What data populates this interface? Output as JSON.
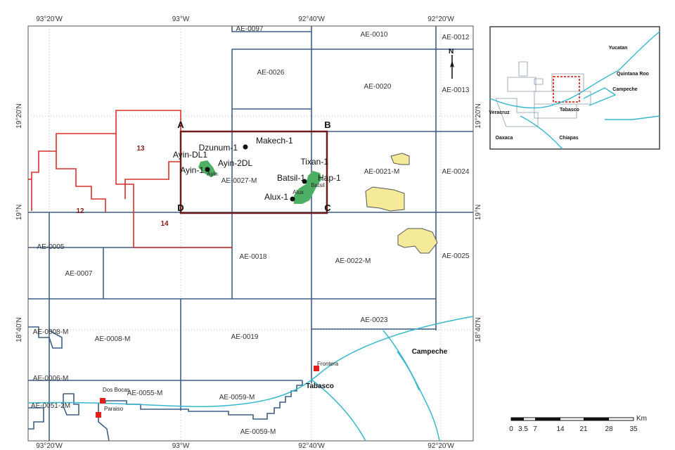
{
  "graticule": {
    "lon": [
      "93°20'W",
      "93°W",
      "92°40'W",
      "92°20'W"
    ],
    "lat": [
      "19°20'N",
      "19°N",
      "18°40'N"
    ]
  },
  "blocks": [
    "AE-0097",
    "AE-0010",
    "AE-0012",
    "AE-0026",
    "AE-0020",
    "AE-0013",
    "AE-0021-M",
    "AE-0024",
    "AE-0027-M",
    "AE-0005",
    "AE-0007",
    "AE-0018",
    "AE-0022-M",
    "AE-0025",
    "AE-0008-M",
    "AE-0008-M",
    "AE-0019",
    "AE-0023",
    "AE-0006-M",
    "AE-0055-M",
    "AE-0059-M",
    "AE-0051-2M",
    "AE-0059-M"
  ],
  "areas": [
    "13",
    "12",
    "14"
  ],
  "corners": [
    "A",
    "B",
    "C",
    "D"
  ],
  "wells": [
    "Makech-1",
    "Dzunum-1",
    "Ayin-DL1",
    "Ayin-2DL",
    "Ayin-1",
    "Tixan-1",
    "Batsil-1",
    "Hap-1",
    "Alux-1"
  ],
  "field_labels": [
    "Ayin",
    "Batsil",
    "Alux"
  ],
  "states": [
    "Campeche",
    "Tabasco"
  ],
  "towns": [
    "Frontera",
    "Dos Bocas",
    "Paraiso"
  ],
  "north_arrow": "N",
  "inset": {
    "labels": [
      "Yucatan",
      "Quintana Roo",
      "Campeche",
      "Veracruz",
      "Tabasco",
      "Oaxaca",
      "Chiapas"
    ]
  },
  "scale_bar": {
    "unit": "Km",
    "ticks": [
      "0",
      "3.5",
      "7",
      "14",
      "21",
      "28",
      "35"
    ]
  },
  "colors": {
    "block": "#3d5f86",
    "area": "#d8302a",
    "study": "#6e1b1b",
    "coast": "#35b8cc",
    "field": "#4caf63",
    "discovery": "#f5ea9a"
  }
}
